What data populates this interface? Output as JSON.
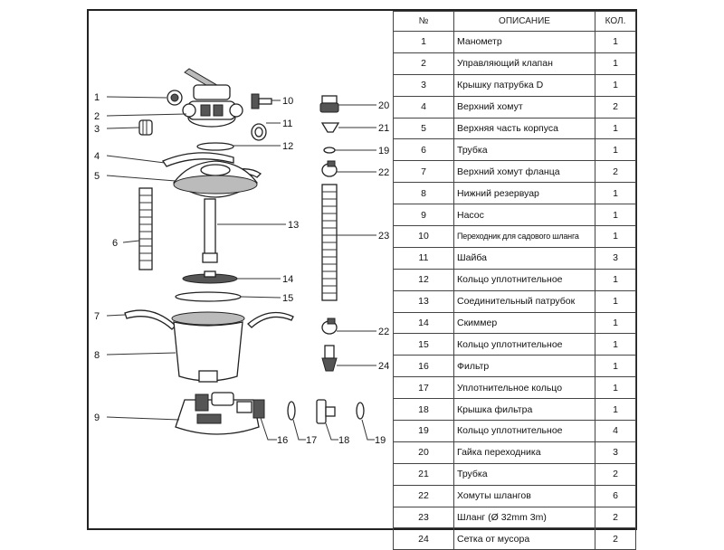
{
  "table": {
    "headers": {
      "num": "№",
      "desc": "ОПИСАНИЕ",
      "qty": "КОЛ."
    },
    "rows": [
      {
        "num": "1",
        "desc": "Манометр",
        "qty": "1"
      },
      {
        "num": "2",
        "desc": "Управляющий клапан",
        "qty": "1"
      },
      {
        "num": "3",
        "desc": "Крышку патрубка D",
        "qty": "1"
      },
      {
        "num": "4",
        "desc": "Верхний хомут",
        "qty": "2"
      },
      {
        "num": "5",
        "desc": "Верхняя часть корпуса",
        "qty": "1"
      },
      {
        "num": "6",
        "desc": "Трубка",
        "qty": "1"
      },
      {
        "num": "7",
        "desc": "Верхний хомут фланца",
        "qty": "2"
      },
      {
        "num": "8",
        "desc": "Нижний резервуар",
        "qty": "1"
      },
      {
        "num": "9",
        "desc": "Насос",
        "qty": "1"
      },
      {
        "num": "10",
        "desc": "Переходник для садового шланга",
        "qty": "1"
      },
      {
        "num": "11",
        "desc": "Шайба",
        "qty": "3"
      },
      {
        "num": "12",
        "desc": "Кольцо уплотнительное",
        "qty": "1"
      },
      {
        "num": "13",
        "desc": "Соединительный патрубок",
        "qty": "1"
      },
      {
        "num": "14",
        "desc": "Скиммер",
        "qty": "1"
      },
      {
        "num": "15",
        "desc": "Кольцо уплотнительное",
        "qty": "1"
      },
      {
        "num": "16",
        "desc": "Фильтр",
        "qty": "1"
      },
      {
        "num": "17",
        "desc": "Уплотнительное кольцо",
        "qty": "1"
      },
      {
        "num": "18",
        "desc": "Крышка фильтра",
        "qty": "1"
      },
      {
        "num": "19",
        "desc": "Кольцо уплотнительное",
        "qty": "4"
      },
      {
        "num": "20",
        "desc": "Гайка переходника",
        "qty": "3"
      },
      {
        "num": "21",
        "desc": "Трубка",
        "qty": "2"
      },
      {
        "num": "22",
        "desc": "Хомуты шлангов",
        "qty": "6"
      },
      {
        "num": "23",
        "desc": "Шланг (Ø 32mm  3m)",
        "qty": "2"
      },
      {
        "num": "24",
        "desc": "Сетка от мусора",
        "qty": "2"
      }
    ]
  },
  "diagram": {
    "callouts": {
      "c1": "1",
      "c2": "2",
      "c3": "3",
      "c4": "4",
      "c5": "5",
      "c6": "6",
      "c7": "7",
      "c8": "8",
      "c9": "9",
      "c10": "10",
      "c11": "11",
      "c12": "12",
      "c13": "13",
      "c14": "14",
      "c15": "15",
      "c16": "16",
      "c17": "17",
      "c18": "18",
      "c19a": "19",
      "c19b": "19",
      "c20": "20",
      "c21": "21",
      "c22a": "22",
      "c22b": "22",
      "c23": "23",
      "c24": "24"
    }
  }
}
